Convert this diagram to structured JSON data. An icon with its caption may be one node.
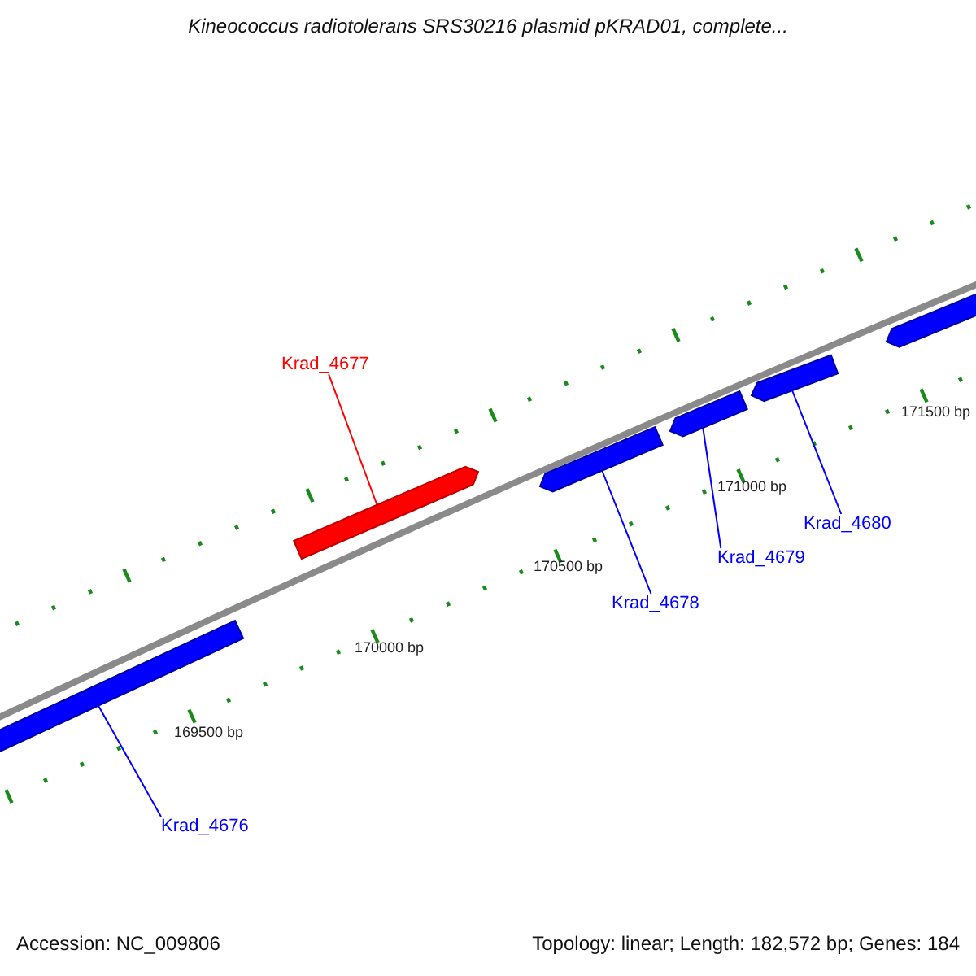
{
  "diagram": {
    "title": "Kineococcus radiotolerans SRS30216 plasmid pKRAD01, complete...",
    "nodes": [
      {
        "text": [
          "Krad_4677"
        ]
      },
      {
        "text": [],
        "shape": "bar"
      },
      {
        "text": [
          "Krad_4676"
        ]
      },
      {
        "text": [],
        "shape": "bar"
      },
      {
        "text": [
          "Krad_4678"
        ]
      },
      {
        "text": [],
        "shape": "bar"
      },
      {
        "text": [
          "Krad_4679"
        ]
      },
      {
        "text": [],
        "shape": "bar"
      },
      {
        "text": [
          "Krad_4680"
        ]
      },
      {
        "text": [],
        "shape": "bar"
      },
      {
        "text": [],
        "shape": "bar"
      }
    ],
    "edges": [
      {
        "from": 0,
        "to": 1,
        "arrow": "none",
        "color": "#ff0000"
      },
      {
        "from": 2,
        "to": 3,
        "arrow": "none"
      },
      {
        "from": 4,
        "to": 5,
        "arrow": "none"
      },
      {
        "from": 6,
        "to": 7,
        "arrow": "none"
      },
      {
        "from": 8,
        "to": 9,
        "arrow": "none"
      }
    ],
    "labels": [
      "171500 bp",
      "171000 bp",
      "170500 bp",
      "170000 bp",
      "169500 bp",
      "Accession: NC_009806",
      "Topology: linear; Length: 182,572 bp; Genes: 184"
    ]
  }
}
